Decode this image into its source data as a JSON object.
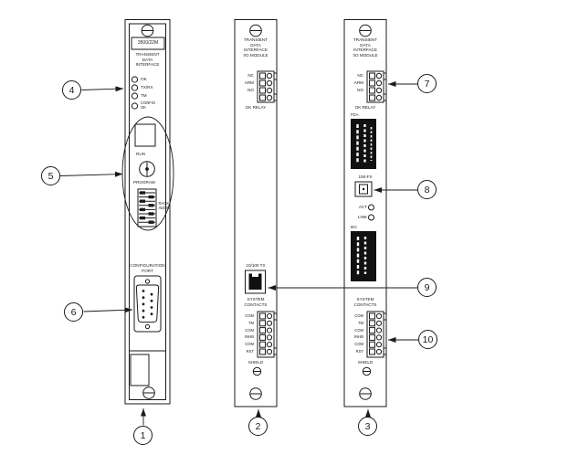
{
  "colors": {
    "background": "#ffffff",
    "line": "#1a1a1a",
    "cert_label_fill": "#111111"
  },
  "callouts": [
    "1",
    "2",
    "3",
    "4",
    "5",
    "6",
    "7",
    "8",
    "9",
    "10"
  ],
  "modules": {
    "tdi": {
      "model": "3500/22M",
      "title": "TRANSIENT\nDATA\nINTERFACE",
      "leds": [
        "OK",
        "TX/RX",
        "TM",
        "CONFIG\nOK"
      ],
      "run_label": "RUN",
      "program_label": "PROGRAM",
      "rack_addr_label": "RACK\nADDR",
      "config_port_label": "CONFIGURATION\nPORT"
    },
    "io_ethernet": {
      "title": "TRANSIENT\nDATA\nINTERFACE\nI/O MODULE",
      "relay_terminals": [
        "NC",
        "ARM",
        "NO"
      ],
      "relay_caption": "OK RELAY",
      "port_label": "10/100 TX",
      "system_contacts_label": "SYSTEM\nCONTACTS",
      "contacts": [
        "COM",
        "TM",
        "COM",
        "INHB",
        "COM",
        "RST"
      ],
      "shield_label": "SHIELD"
    },
    "io_fiber": {
      "title": "TRANSIENT\nDATA\nINTERFACE\nI/O MODULE",
      "relay_terminals": [
        "NC",
        "ARM",
        "NO"
      ],
      "relay_caption": "OK RELAY",
      "fda_label": "FDA",
      "port_label": "100-FX",
      "act_label": "ACT",
      "link_label": "LINK",
      "iec_label": "IEC",
      "system_contacts_label": "SYSTEM\nCONTACTS",
      "contacts": [
        "COM",
        "TM",
        "COM",
        "INHB",
        "COM",
        "RST"
      ],
      "shield_label": "SHIELD"
    }
  }
}
